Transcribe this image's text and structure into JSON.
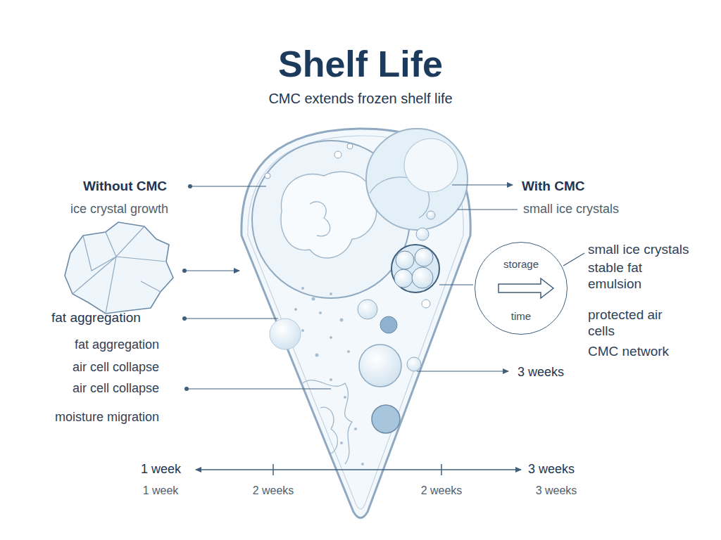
{
  "diagram": {
    "title": "Shelf Life",
    "nodes": [
      {
        "text": [
          "storage",
          "time"
        ]
      }
    ],
    "labels": [
      "CMC extends frozen shelf life",
      "Without CMC",
      "ice crystal growth",
      "fat aggregation",
      "fat aggregation",
      "air cell collapse",
      "air cell collapse",
      "moisture migration",
      "With CMC",
      "small ice crystals",
      "small ice crystals",
      "stable fat emulsion",
      "protected air cells",
      "CMC network",
      "3 weeks",
      "1 week",
      "3 weeks",
      "1 week",
      "2 weeks",
      "2 weeks",
      "3 weeks"
    ]
  }
}
